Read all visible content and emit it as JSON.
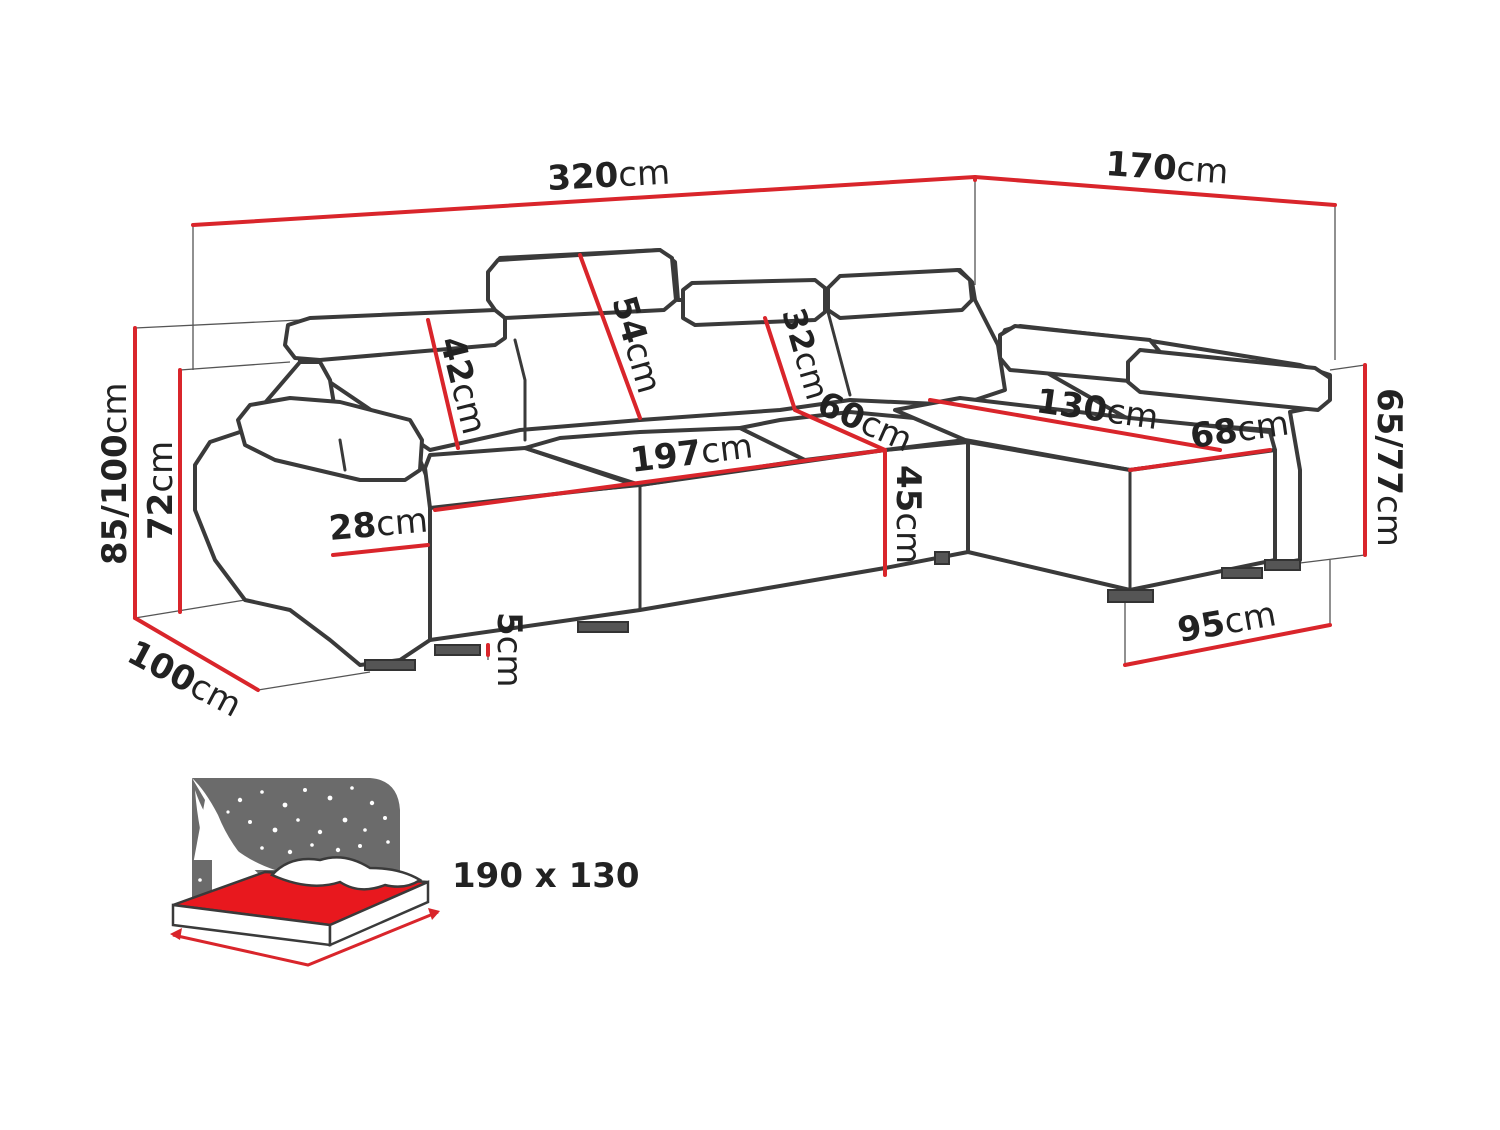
{
  "colors": {
    "dimension_line": "#d9252b",
    "outline": "#3a3a3a",
    "bed_mattress": "#e8181e",
    "night_sky": "#6b6b6b",
    "text": "#222222"
  },
  "dimensions": {
    "total_length": {
      "value": "320",
      "unit": "cm"
    },
    "chaise_depth": {
      "value": "170",
      "unit": "cm"
    },
    "height_headrest": {
      "value": "85/100",
      "unit": "cm"
    },
    "height_armrest": {
      "value": "72",
      "unit": "cm"
    },
    "depth": {
      "value": "100",
      "unit": "cm"
    },
    "headrest_left": {
      "value": "42",
      "unit": "cm"
    },
    "headrest_center": {
      "value": "54",
      "unit": "cm"
    },
    "headrest_right": {
      "value": "32",
      "unit": "cm"
    },
    "seat_width": {
      "value": "197",
      "unit": "cm"
    },
    "seat_depth": {
      "value": "60",
      "unit": "cm"
    },
    "seat_height": {
      "value": "45",
      "unit": "cm"
    },
    "arm_width": {
      "value": "28",
      "unit": "cm"
    },
    "leg_height": {
      "value": "5",
      "unit": "cm"
    },
    "chaise_length": {
      "value": "130",
      "unit": "cm"
    },
    "chaise_seat_width": {
      "value": "68",
      "unit": "cm"
    },
    "chaise_height": {
      "value": "65/77",
      "unit": "cm"
    },
    "chaise_width": {
      "value": "95",
      "unit": "cm"
    }
  },
  "bed": {
    "size_label": "190 x 130",
    "icon": "bed-night-icon"
  }
}
